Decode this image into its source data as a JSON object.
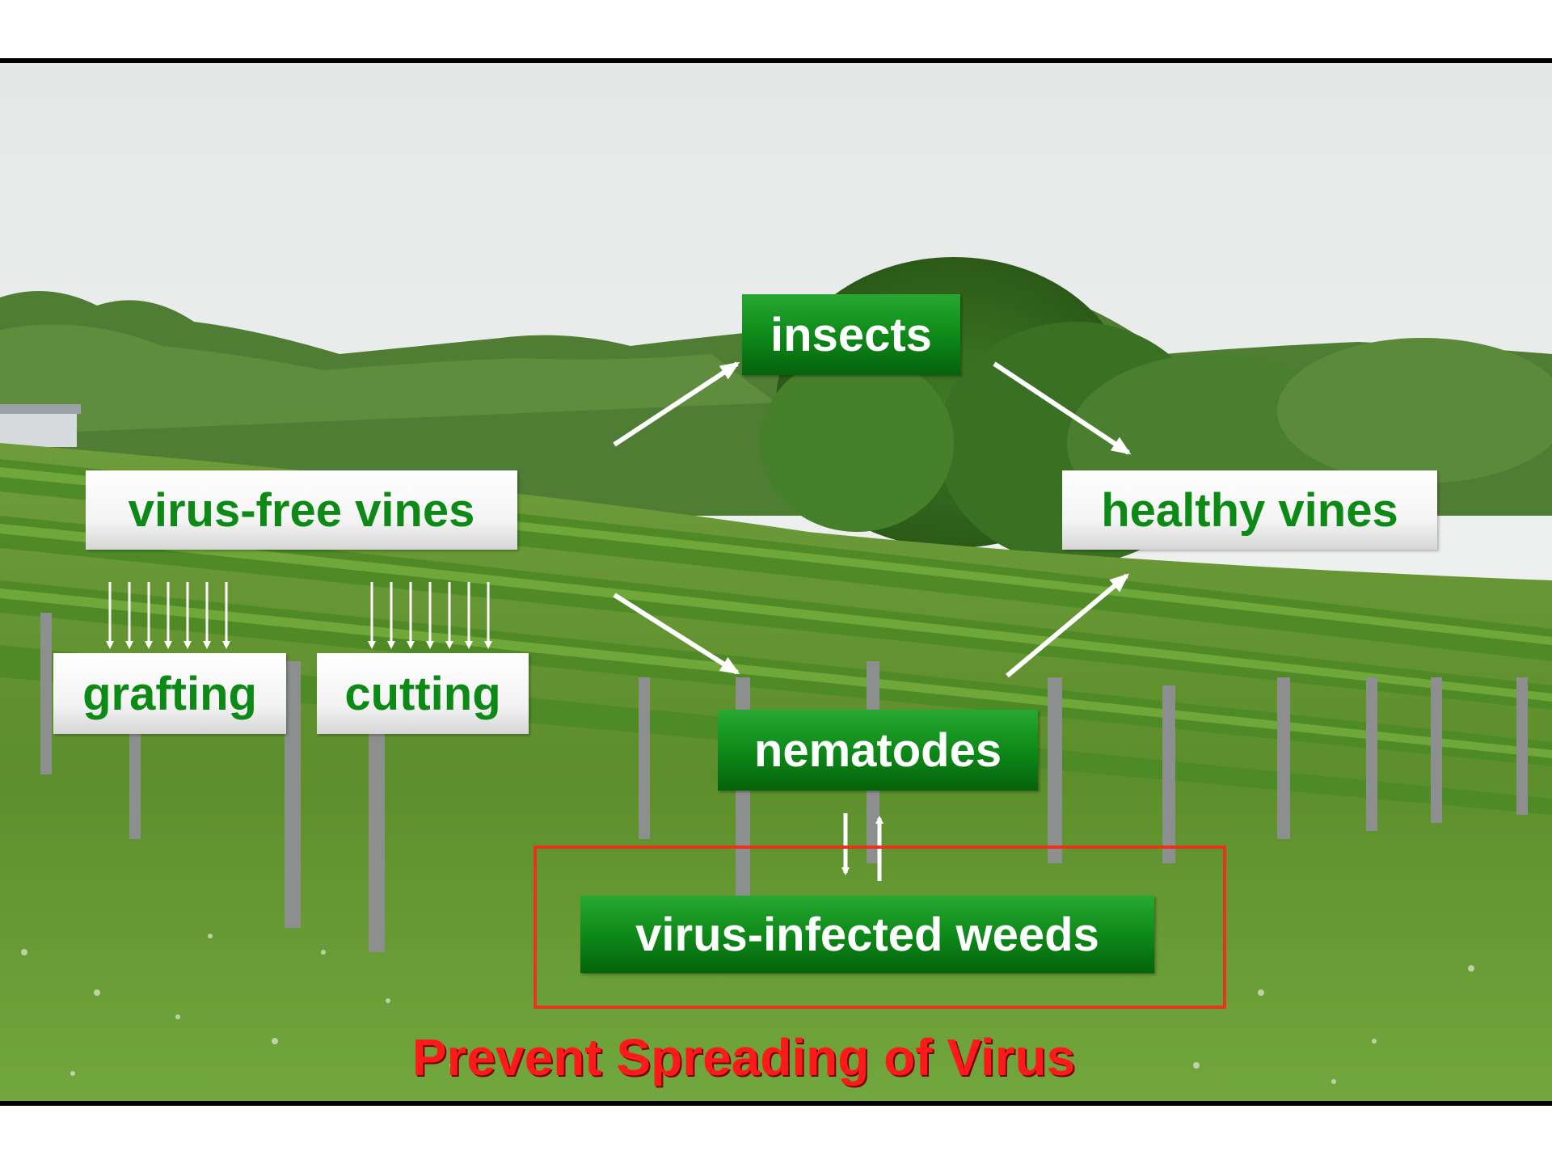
{
  "labels": {
    "virus_free_vines": "virus-free vines",
    "grafting": "grafting",
    "cutting": "cutting",
    "insects": "insects",
    "healthy_vines": "healthy vines",
    "nematodes": "nematodes",
    "virus_infected_weeds": "virus-infected weeds"
  },
  "footer_title": "Prevent Spreading of Virus",
  "colors": {
    "label_green": "#0e8a19",
    "label_text_green": "#0d8a16",
    "highlight_red": "#e8341c",
    "title_red": "#ff1a1a",
    "arrow": "#ffffff"
  },
  "icons": {
    "arrow": "arrow-icon"
  }
}
